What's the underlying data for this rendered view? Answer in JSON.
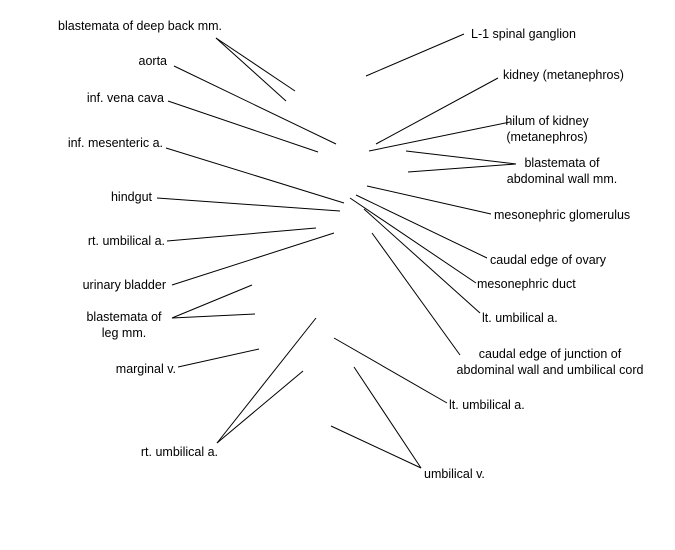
{
  "labels": {
    "deep_back": "blastemata of deep back mm.",
    "aorta": "aorta",
    "ivc": "inf. vena cava",
    "inf_mesenteric": "inf. mesenteric a.",
    "hindgut": "hindgut",
    "rt_umbilical_upper": "rt. umbilical a.",
    "urinary_bladder": "urinary bladder",
    "leg_mm": "blastemata of\nleg mm.",
    "marginal_v": "marginal v.",
    "rt_umbilical_lower": "rt. umbilical a.",
    "l1_ganglion": "L-1 spinal ganglion",
    "kidney": "kidney (metanephros)",
    "hilum": "hilum of kidney\n(metanephros)",
    "abdominal_wall_mm": "blastemata of\nabdominal wall mm.",
    "mesonephric_glomerulus": "mesonephric glomerulus",
    "caudal_ovary": "caudal edge of ovary",
    "mesonephric_duct": "mesonephric duct",
    "lt_umbilical_upper": "lt. umbilical a.",
    "caudal_junction": "caudal edge of junction of\nabdominal wall  and umbilical cord",
    "lt_umbilical_lower": "lt. umbilical a.",
    "umbilical_v": "umbilical v."
  }
}
